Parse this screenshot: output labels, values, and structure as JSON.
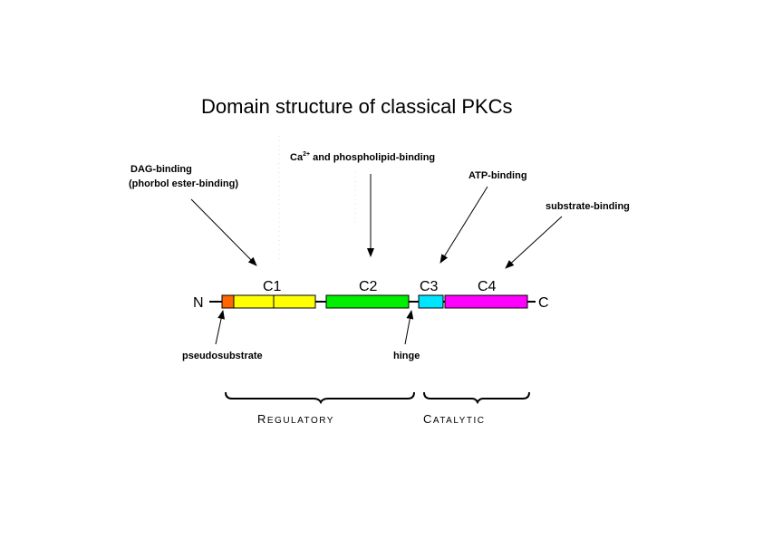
{
  "title": "Domain structure of classical PKCs",
  "annotations": {
    "dag_line1": "DAG-binding",
    "dag_line2": "(phorbol ester-binding)",
    "ca_prefix": "Ca",
    "ca_superscript": "2+",
    "ca_rest": " and phospholipid-binding",
    "atp": "ATP-binding",
    "substrate": "substrate-binding",
    "pseudosubstrate": "pseudosubstrate",
    "hinge": "hinge"
  },
  "termini": {
    "n": "N",
    "c": "C"
  },
  "domains": [
    {
      "id": "C1",
      "label": "C1",
      "color": "#ffff00"
    },
    {
      "id": "C2",
      "label": "C2",
      "color": "#00ee00"
    },
    {
      "id": "C3",
      "label": "C3",
      "color": "#00e5ff"
    },
    {
      "id": "C4",
      "label": "C4",
      "color": "#ff00ff"
    }
  ],
  "pseudosubstrate_color": "#ff6600",
  "regions": {
    "regulatory_initial": "R",
    "regulatory_rest": "EGULATORY",
    "catalytic_initial": "C",
    "catalytic_rest": "ATALYTIC"
  }
}
